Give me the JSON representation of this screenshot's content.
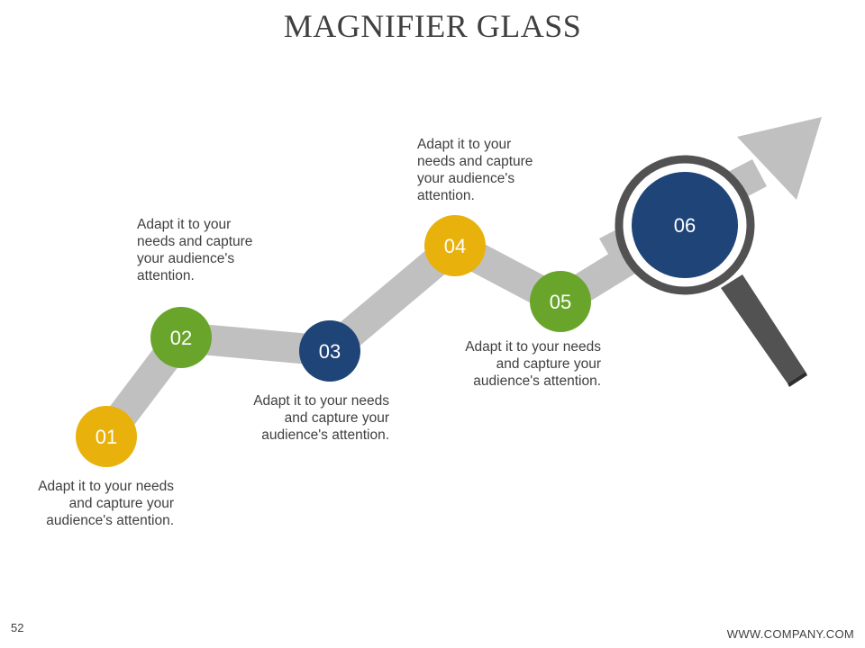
{
  "title": "MAGNIFIER GLASS",
  "page_number": "52",
  "footer": "WWW.COMPANY.COM",
  "colors": {
    "path": "#c0c0c0",
    "yellow": "#e8b10c",
    "green": "#6aa52b",
    "navy": "#1f4478",
    "magnifier_frame": "#525252",
    "text": "#404040"
  },
  "steps": [
    {
      "label": "01",
      "text": "Adapt it to your needs and capture your audience's attention."
    },
    {
      "label": "02",
      "text": "Adapt it to your needs and capture your audience's attention."
    },
    {
      "label": "03",
      "text": "Adapt it to your needs and capture your audience's attention."
    },
    {
      "label": "04",
      "text": "Adapt it to your needs and capture your audience's attention."
    },
    {
      "label": "05",
      "text": "Adapt it to your needs and capture your audience's attention."
    },
    {
      "label": "06",
      "text": ""
    }
  ],
  "icons": {
    "magnifier": "magnifier-glass-icon",
    "arrow": "trend-arrow-icon"
  }
}
